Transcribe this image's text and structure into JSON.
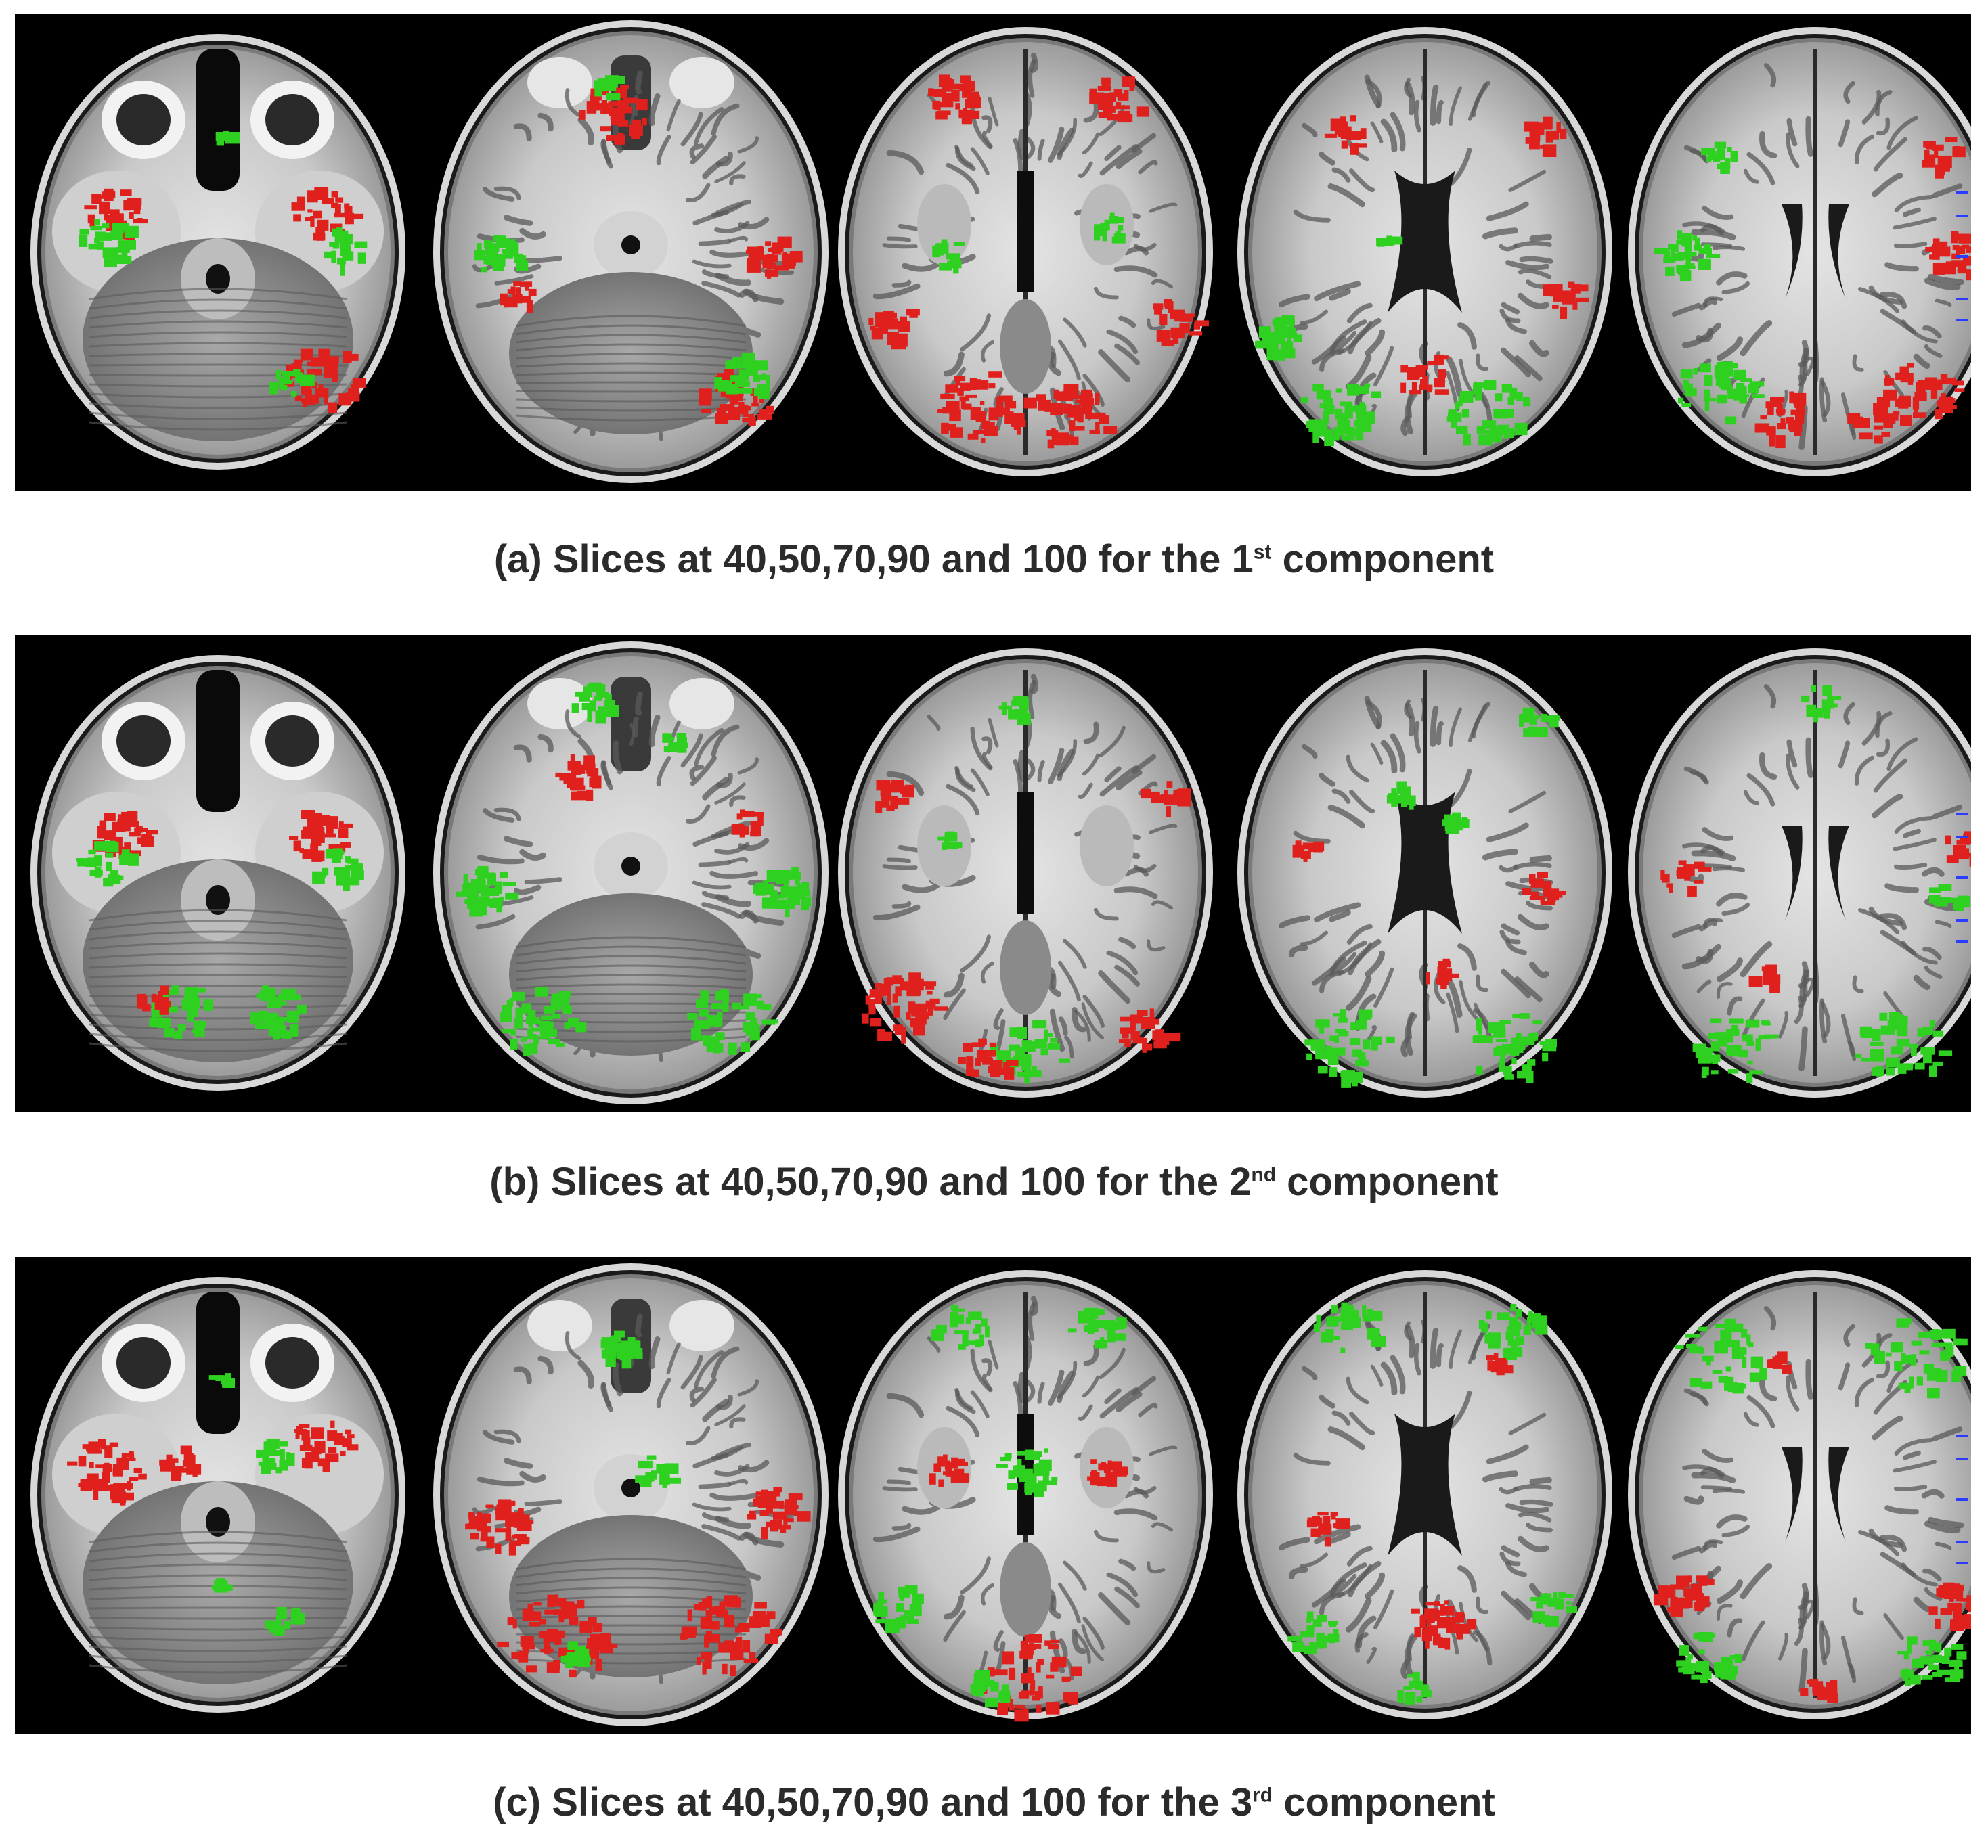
{
  "figure": {
    "panels": [
      {
        "id": "a",
        "caption_prefix": "(a)  Slices at 40,50,70,90 and 100 for the 1",
        "caption_sup": "st",
        "caption_suffix": " component",
        "slices": [
          40,
          50,
          70,
          90,
          100
        ]
      },
      {
        "id": "b",
        "caption_prefix": "(b)  Slices at 40,50,70,90 and 100 for the 2",
        "caption_sup": "nd",
        "caption_suffix": " component",
        "slices": [
          40,
          50,
          70,
          90,
          100
        ]
      },
      {
        "id": "c",
        "caption_prefix": "(c) Slices at 40,50,70,90 and 100 for the 3",
        "caption_sup": "rd",
        "caption_suffix": " component",
        "slices": [
          40,
          50,
          70,
          90,
          100
        ]
      }
    ],
    "colors": {
      "positive_activation": "#e0201c",
      "negative_activation": "#2ed11f",
      "background": "#000000",
      "tick_marks": "#2a3cff"
    }
  }
}
